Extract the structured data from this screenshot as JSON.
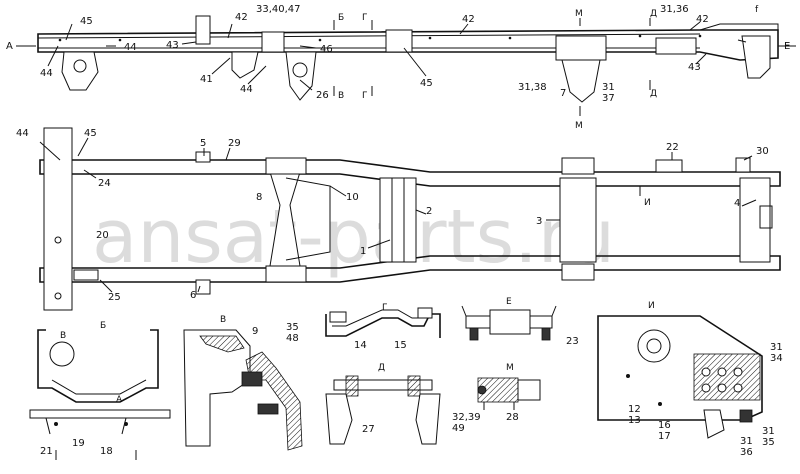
{
  "watermark": "ansat-parts.ru",
  "corner_mark": "f",
  "section_marks": {
    "a_left": "А",
    "a_right": "Е",
    "b_top": "Б",
    "b_bot": "В",
    "g_top": "Г",
    "g_bot": "Г",
    "m_top": "М",
    "m_bot": "М",
    "d_top": "Д",
    "d_bot": "Д",
    "i_arrow": "И"
  },
  "view_titles": {
    "b": "Б",
    "a": "А",
    "v_ring": "В",
    "v": "В",
    "g": "Г",
    "e": "Е",
    "m": "М",
    "d": "Д",
    "i": "И"
  },
  "callouts_side": {
    "c45": "45",
    "c44a": "44",
    "c44b": "44",
    "c43a": "43",
    "c42a": "42",
    "c41": "41",
    "c44c": "44",
    "c33": "33,40,47",
    "c46": "46",
    "c26": "26",
    "c45b": "45",
    "c42b": "42",
    "c3136": "31,36",
    "c42c": "42",
    "c43b": "43",
    "c3138": "31,38",
    "c7": "7",
    "c3137": "31\n37"
  },
  "callouts_plan": {
    "c44": "44",
    "c45": "45",
    "c24": "24",
    "c5": "5",
    "c29": "29",
    "c8": "8",
    "c10": "10",
    "c2": "2",
    "c3": "3",
    "c22": "22",
    "c30": "30",
    "c4": "4",
    "c20": "20",
    "c1": "1",
    "c25": "25",
    "c6": "6"
  },
  "callouts_views": {
    "c21": "21",
    "c19": "19",
    "c18": "18",
    "c9": "9",
    "c3548": "35\n48",
    "c14": "14",
    "c15": "15",
    "c23": "23",
    "c3239": "32,39\n49",
    "c28": "28",
    "c27": "27",
    "c1213": "12\n13",
    "c1617": "16\n17",
    "c3134": "31\n34",
    "c3136b": "31\n36",
    "c3135": "31\n35"
  }
}
